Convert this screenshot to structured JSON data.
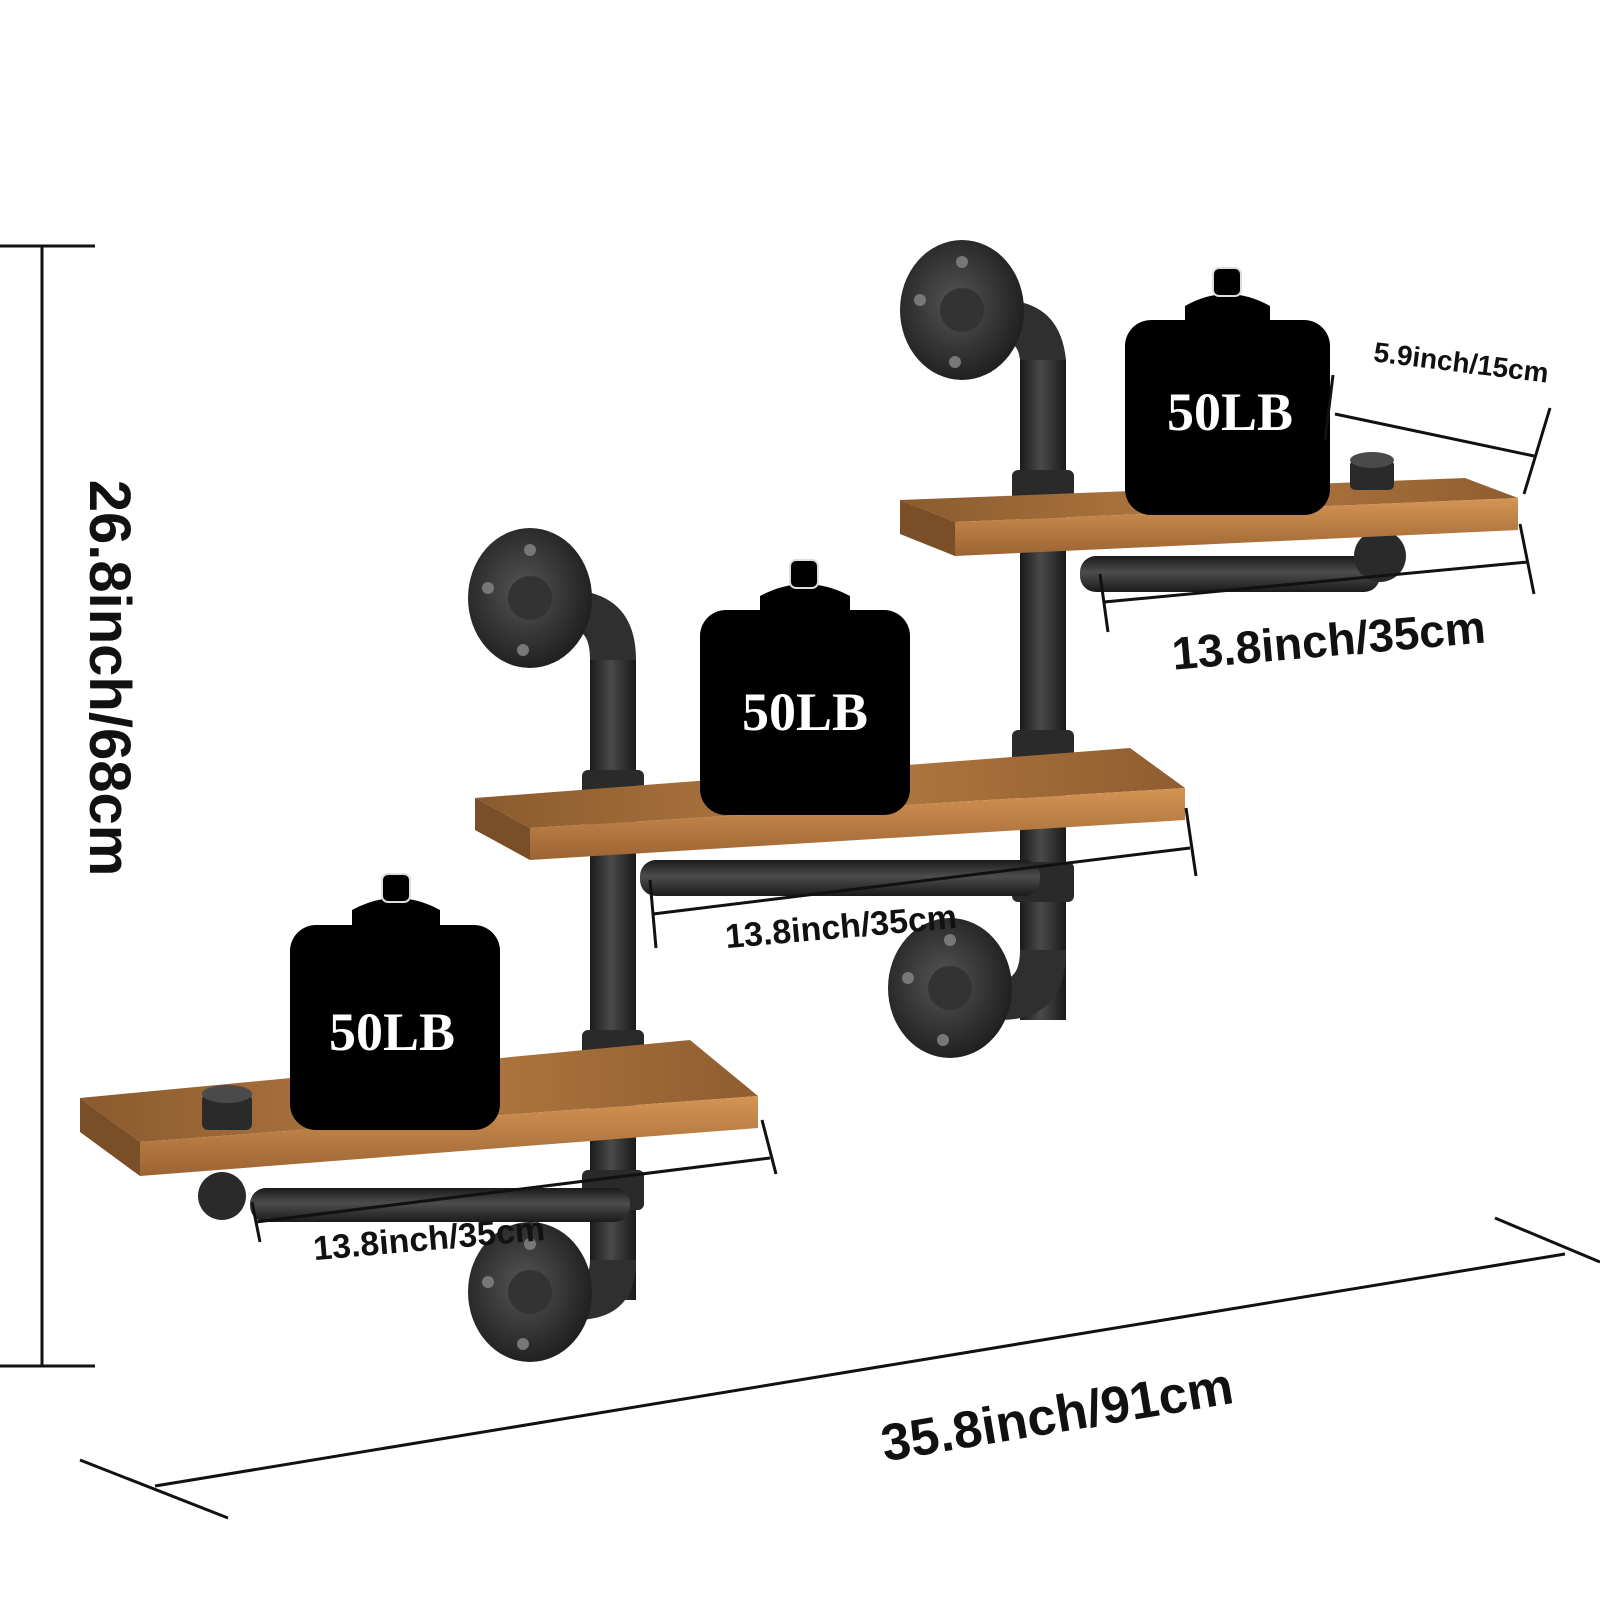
{
  "dimensions": {
    "height": "26.8inch/68cm",
    "total_width": "35.8inch/91cm",
    "shelf_depth": "5.9inch/15cm",
    "shelf_length_top": "13.8inch/35cm",
    "shelf_length_middle": "13.8inch/35cm",
    "shelf_length_bottom": "13.8inch/35cm"
  },
  "load_labels": {
    "top": "50LB",
    "middle": "50LB",
    "bottom": "50LB"
  },
  "colors": {
    "pipe": "#2b2b2b",
    "pipe_highlight": "#555555",
    "wood_top": "#a86f3a",
    "wood_edge": "#c98a4a",
    "weight_body": "#000000",
    "dimension_line": "#111111"
  }
}
